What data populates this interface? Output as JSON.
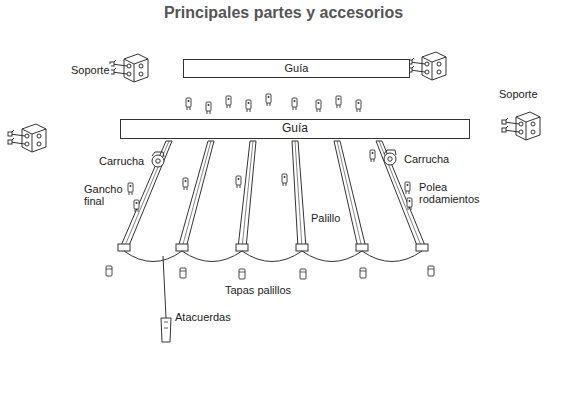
{
  "diagram": {
    "title": "Principales partes y accesorios",
    "nodes": [
      {
        "text": [
          "Guía"
        ]
      },
      {
        "text": [
          "Guía"
        ]
      }
    ],
    "labels": [
      "Soporte",
      "Soporte",
      "Carrucha",
      "Carrucha",
      "Gancho final",
      "Polea rodamientos",
      "Palillo",
      "Tapas palillos",
      "Atacuerdas"
    ]
  }
}
